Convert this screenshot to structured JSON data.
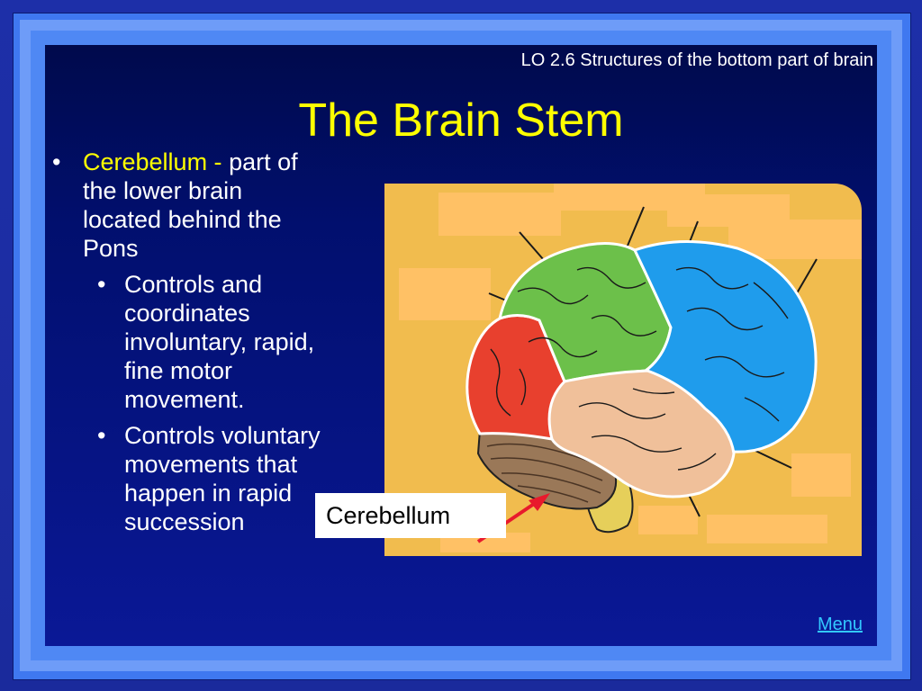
{
  "slide": {
    "lo_label": "LO 2.6  Structures of the bottom part of brain",
    "title": "The Brain Stem",
    "bullets": {
      "main_term": "Cerebellum -",
      "main_text": "part of the lower brain located behind the Pons",
      "sub": [
        "Controls and coordinates involuntary, rapid, fine motor movement.",
        "Controls voluntary movements that happen in rapid succession"
      ],
      "bullet_glyph": "•"
    },
    "diagram": {
      "callout_label": "Cerebellum"
    },
    "menu_label": "Menu"
  },
  "colors": {
    "title": "#ffff00",
    "slide_background": "#000a4c",
    "frame": "#4f88f4",
    "menu_link": "#32c8ff",
    "lobe_frontal": "#1f9cec",
    "lobe_parietal": "#6cc04a",
    "lobe_occipital": "#e8402e",
    "lobe_temporal": "#f0c09a",
    "cerebellum": "#9a7858",
    "label_boxes": "#ffc165",
    "arrow": "#e8192c"
  }
}
